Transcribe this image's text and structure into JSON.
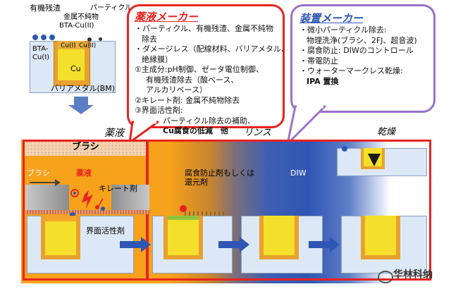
{
  "wafer_labels": {
    "organic_residue": "有機残渣",
    "particle": "パーティクル",
    "metal_impurity": "金属不純物",
    "bta_cu_ii": "BTA-Cu(II)",
    "cu_i": "Cu(I)",
    "cu_ii": "Cu(II)",
    "bta_cu_i": "BTA-\nCu(I)",
    "cu": "Cu",
    "barrier_metal": "バリアメタル(BM)"
  },
  "chem_maker": {
    "title": "薬液メーカー",
    "lines": [
      "・パーティクル、有機残渣、金属不純物",
      "除去",
      "・ダメージレス（配線材料、バリアメタル、",
      "絶縁膜）",
      "①主成分:pH制御、ゼータ電位制御、",
      "有機残渣除去（酸ベース、",
      "アルカリベース）",
      "②キレート剤: 金属不純物除去",
      "③界面活性剤:",
      "パーティクル除去の補助、",
      "Cu腐食の低減　他"
    ]
  },
  "equip_maker": {
    "title": "装置メーカー",
    "lines": [
      "・微小パーティクル除去:",
      "物理洗浄(ブラシ、2FJ、超音波)",
      "・腐食防止: DIWのコントロール",
      "・帯電防止",
      "・ウォーターマークレス乾燥:",
      "IPA 置換"
    ]
  },
  "stages": {
    "chemical": "薬液",
    "rinse": "リンス",
    "dry": "乾燥"
  },
  "process_labels": {
    "brush_header": "ブラシ",
    "brush": "ブラシ",
    "chemical": "薬液",
    "chelate": "キレート剤",
    "surfactant": "界面活性剤",
    "inhibitor": "腐食防止剤もしくは\n還元剤",
    "diw": "DIW"
  },
  "watermark": "华林科纳",
  "colors": {
    "chem_box": "#e8231f",
    "equip_box": "#9b72c9",
    "orange": "#f7a21b",
    "blue": "#2f56b4",
    "cu": "#f4e02a",
    "brush_tip": "#e8a07a"
  }
}
